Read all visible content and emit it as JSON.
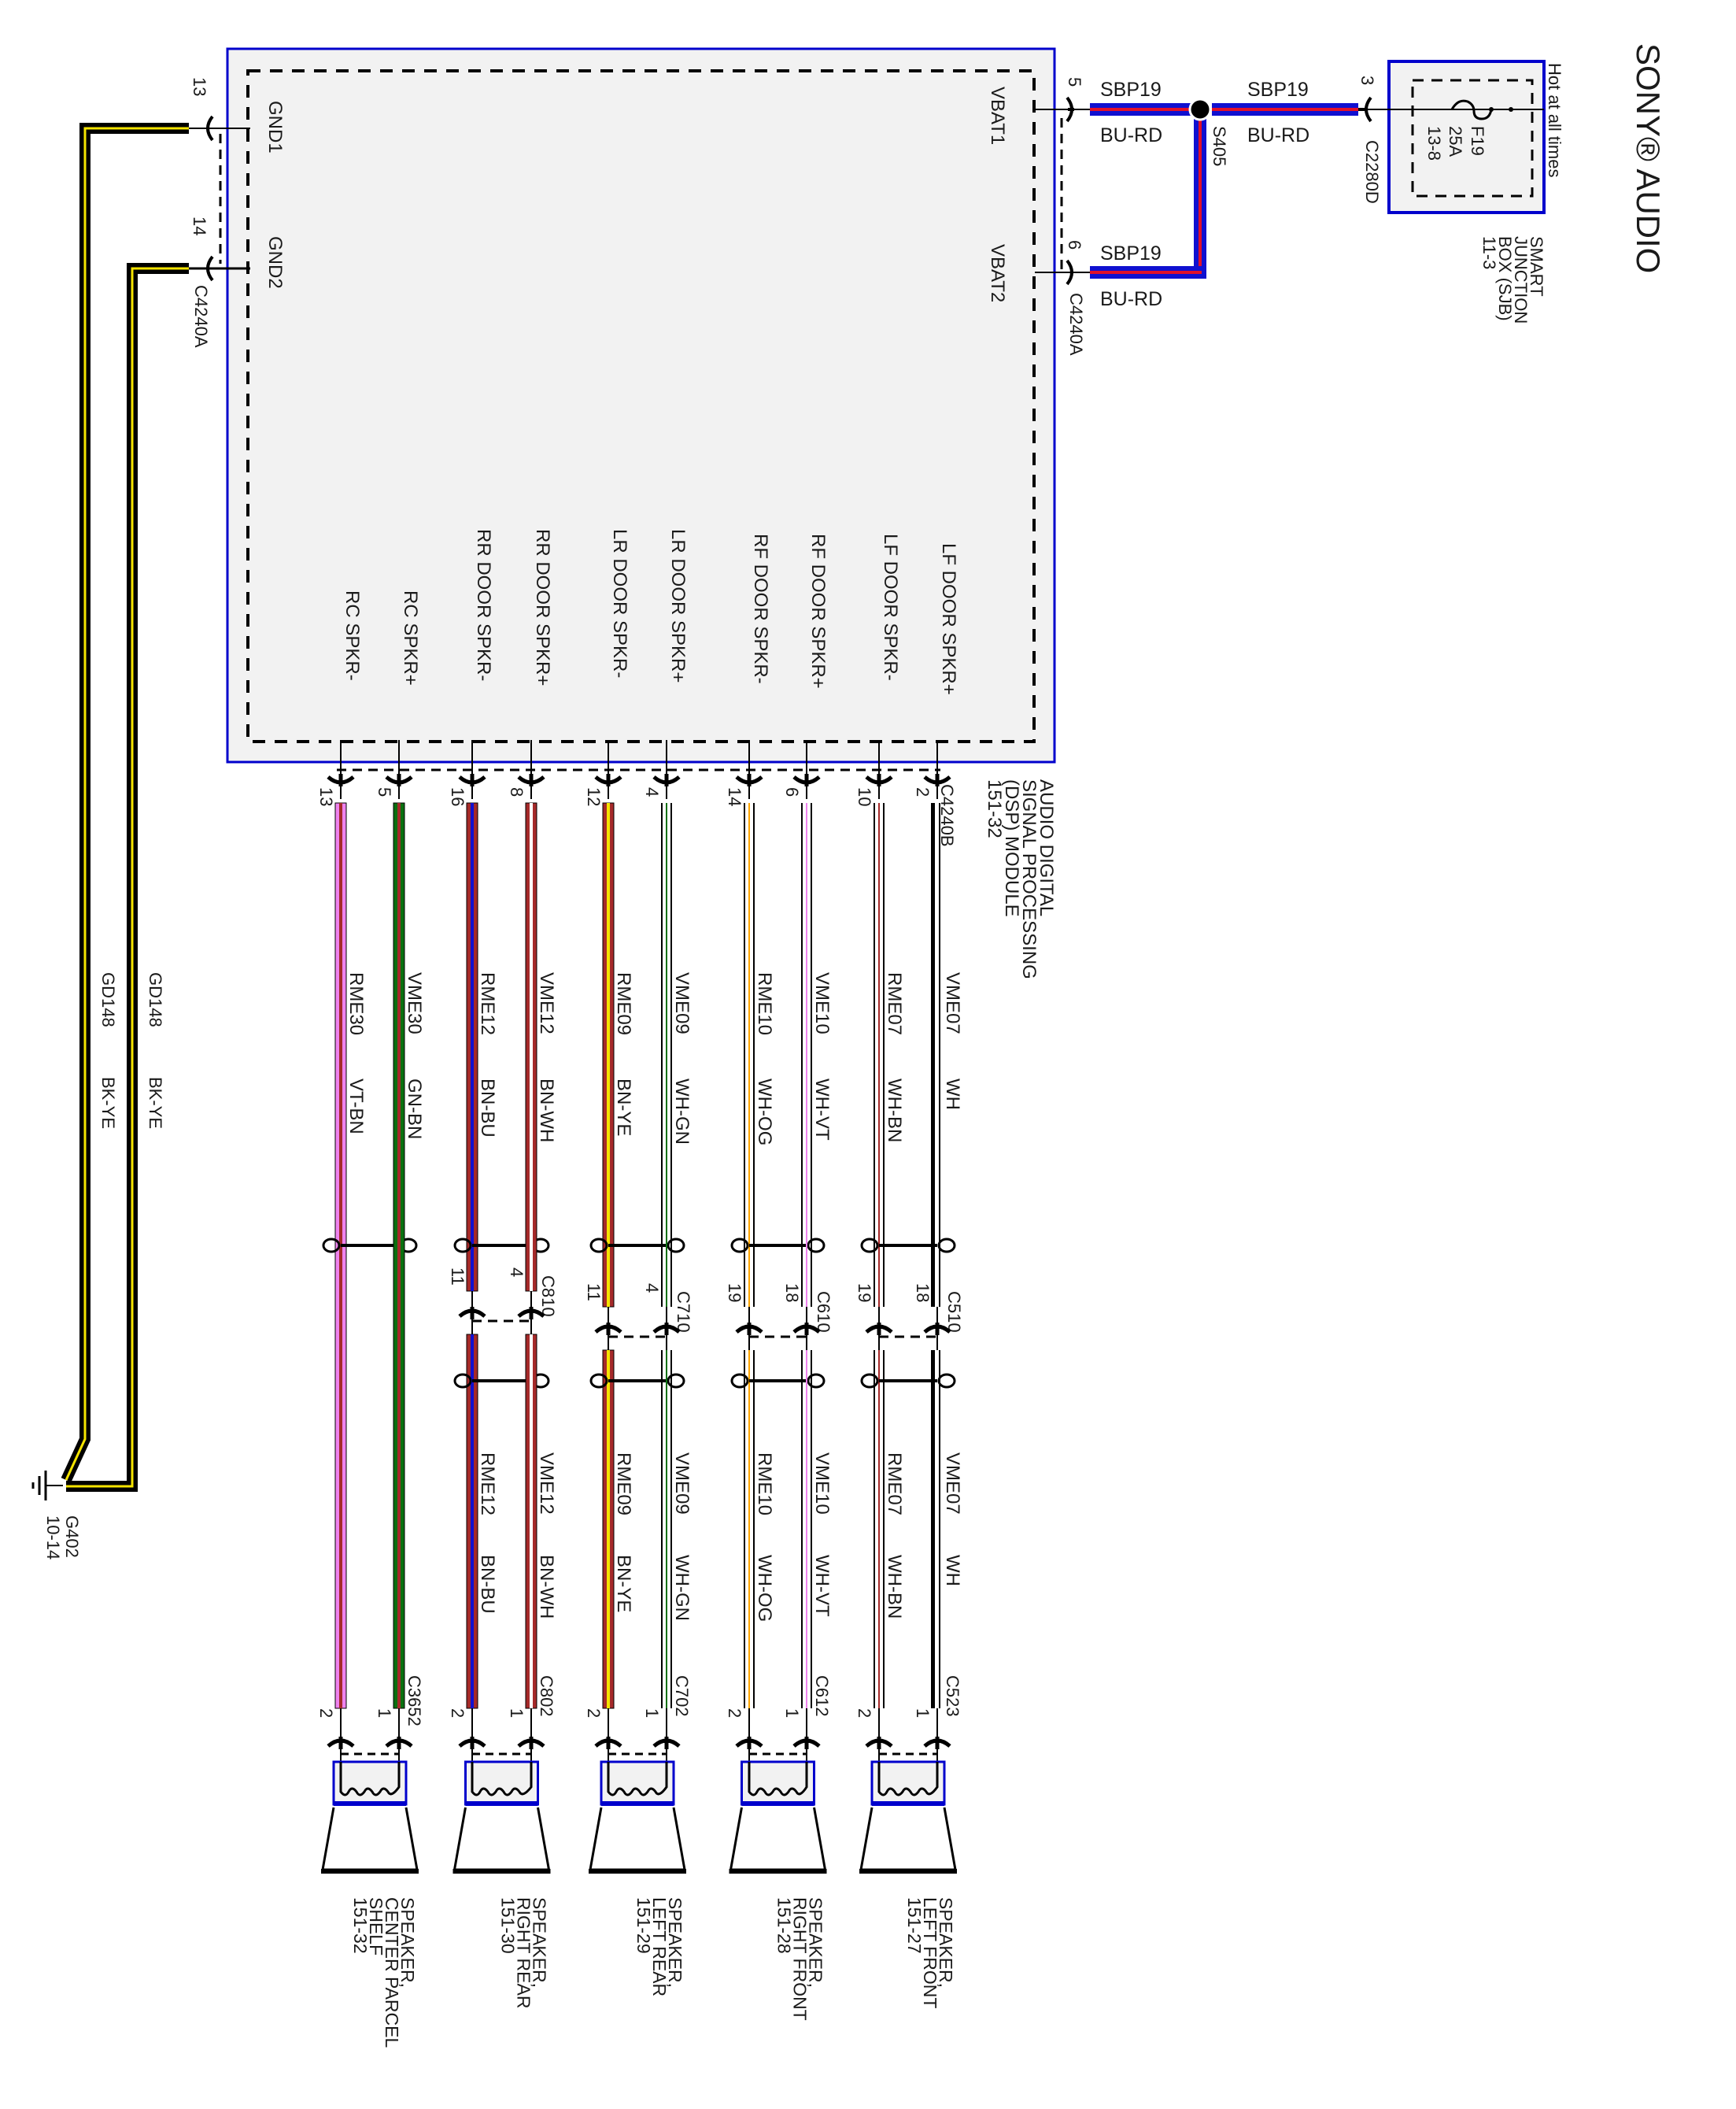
{
  "title": "SONY® AUDIO",
  "module": {
    "name_lines": [
      "AUDIO DIGITAL",
      "SIGNAL PROCESSING",
      "(DSP) MODULE",
      "151-32"
    ],
    "connector_a": "C4240A",
    "connector_b": "C4240B",
    "power_pins": [
      {
        "pin": "5",
        "label": "VBAT1",
        "circuit": "SBP19",
        "color": "BU-RD"
      },
      {
        "pin": "6",
        "label": "VBAT2",
        "circuit": "SBP19",
        "color": "BU-RD"
      }
    ],
    "ground_pins": [
      {
        "pin": "13",
        "label": "GND1"
      },
      {
        "pin": "14",
        "label": "GND2"
      }
    ]
  },
  "splice": {
    "id": "S405"
  },
  "feed": {
    "circuit": "SBP19",
    "color": "BU-RD",
    "pin": "3",
    "connector": "C2280D"
  },
  "sjb": {
    "note": "Hot at all times",
    "fuse": {
      "id": "F19",
      "rating": "25A",
      "ref": "13-8"
    },
    "name_lines": [
      "SMART",
      "JUNCTION",
      "BOX (SJB)",
      "11-3"
    ]
  },
  "ground": {
    "circuit": "GD148",
    "color": "BK-YE",
    "id": "G402",
    "ref": "10-14"
  },
  "wire_colors": {
    "BU": "#1010d0",
    "RD": "#e0102a",
    "BK": "#000000",
    "YE": "#f5e400",
    "VT": "#ee82ee",
    "BN": "#a52a2a",
    "GN": "#0a7010",
    "WH": "#ffffff",
    "OG": "#ffa500"
  },
  "channels": [
    {
      "label": "RC SPKR-",
      "pin": "13",
      "circuit": "RME30",
      "color": "VT-BN",
      "inline": null
    },
    {
      "label": "RC SPKR+",
      "pin": "5",
      "circuit": "VME30",
      "color": "GN-BN",
      "inline": null
    },
    {
      "label": "RR DOOR SPKR-",
      "pin": "16",
      "circuit": "RME12",
      "color": "BN-BU",
      "inline": {
        "connector": "C810",
        "pin": "11"
      }
    },
    {
      "label": "RR DOOR SPKR+",
      "pin": "8",
      "circuit": "VME12",
      "color": "BN-WH",
      "inline": {
        "connector": "C810",
        "pin": "4"
      }
    },
    {
      "label": "LR DOOR SPKR-",
      "pin": "12",
      "circuit": "RME09",
      "color": "BN-YE",
      "inline": {
        "connector": "C710",
        "pin": "11"
      }
    },
    {
      "label": "LR DOOR SPKR+",
      "pin": "4",
      "circuit": "VME09",
      "color": "WH-GN",
      "inline": {
        "connector": "C710",
        "pin": "4"
      }
    },
    {
      "label": "RF DOOR SPKR-",
      "pin": "14",
      "circuit": "RME10",
      "color": "WH-OG",
      "inline": {
        "connector": "C610",
        "pin": "19"
      }
    },
    {
      "label": "RF DOOR SPKR+",
      "pin": "6",
      "circuit": "VME10",
      "color": "WH-VT",
      "inline": {
        "connector": "C610",
        "pin": "18"
      }
    },
    {
      "label": "LF DOOR SPKR-",
      "pin": "10",
      "circuit": "RME07",
      "color": "WH-BN",
      "inline": {
        "connector": "C510",
        "pin": "19"
      }
    },
    {
      "label": "LF DOOR SPKR+",
      "pin": "2",
      "circuit": "VME07",
      "color": "WH",
      "inline": {
        "connector": "C510",
        "pin": "18"
      }
    }
  ],
  "speakers": [
    {
      "connector": "C3652",
      "neg_pin": "2",
      "pos_pin": "1",
      "name_lines": [
        "SPEAKER,",
        "CENTER PARCEL",
        "SHELF",
        "151-32"
      ]
    },
    {
      "connector": "C802",
      "neg_pin": "2",
      "pos_pin": "1",
      "name_lines": [
        "SPEAKER,",
        "RIGHT REAR",
        "151-30"
      ]
    },
    {
      "connector": "C702",
      "neg_pin": "2",
      "pos_pin": "1",
      "name_lines": [
        "SPEAKER,",
        "LEFT REAR",
        "151-29"
      ]
    },
    {
      "connector": "C612",
      "neg_pin": "2",
      "pos_pin": "1",
      "name_lines": [
        "SPEAKER,",
        "RIGHT FRONT",
        "151-28"
      ]
    },
    {
      "connector": "C523",
      "neg_pin": "2",
      "pos_pin": "1",
      "name_lines": [
        "SPEAKER,",
        "LEFT FRONT",
        "151-27"
      ]
    }
  ]
}
